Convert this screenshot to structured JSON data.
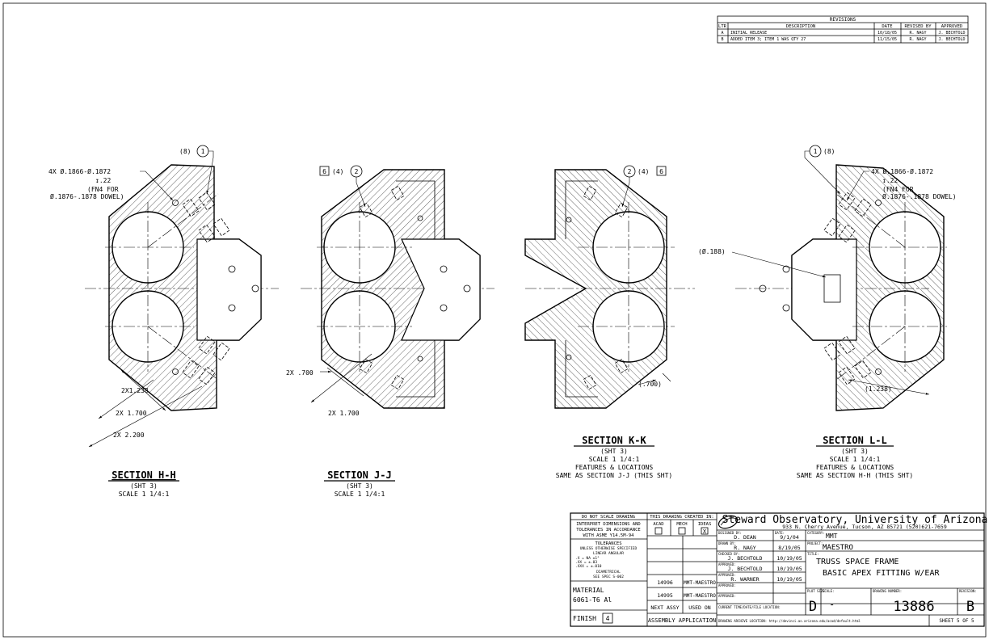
{
  "revisions": {
    "title": "REVISIONS",
    "headers": [
      "LTR",
      "DESCRIPTION",
      "DATE",
      "REVISED BY",
      "APPROVED"
    ],
    "rows": [
      [
        "A",
        "INITIAL RELEASE",
        "10/18/05",
        "R. NAGY",
        "J. BECHTOLD"
      ],
      [
        "B",
        "ADDED ITEM 3; ITEM 1 WAS QTY 27",
        "11/15/05",
        "R. NAGY",
        "J. BECHTOLD"
      ]
    ]
  },
  "views": {
    "hh": {
      "callout": "(8)",
      "balloon": "1",
      "hole_note": [
        "4X Ø.1866-Ø.1872",
        "↧.22",
        "(FN4 FOR",
        "Ø.1876-.1878 DOWEL)"
      ],
      "dims": [
        "2X1.238",
        "2X 1.700",
        "2X 2.200"
      ],
      "title": "SECTION H-H",
      "notes": [
        "(SHT 3)",
        "SCALE 1 1/4:1"
      ]
    },
    "jj": {
      "flag": "6",
      "callout": "(4)",
      "balloon": "2",
      "dims": [
        "2X .700",
        "2X 1.700"
      ],
      "title": "SECTION J-J",
      "notes": [
        "(SHT 3)",
        "SCALE 1 1/4:1"
      ]
    },
    "kk": {
      "balloon": "2",
      "callout": "(4)",
      "flag": "6",
      "dims": [
        "(.700)"
      ],
      "title": "SECTION K-K",
      "notes": [
        "(SHT 3)",
        "SCALE 1 1/4:1",
        "FEATURES & LOCATIONS",
        "SAME AS SECTION J-J (THIS SHT)"
      ]
    },
    "ll": {
      "balloon": "1",
      "callout": "(8)",
      "hole_note": [
        "4X Ø.1866-Ø.1872",
        "↧.22",
        "(FN4 FOR",
        "Ø.1876-.1878 DOWEL)"
      ],
      "dims": [
        "(Ø.188)",
        "(1.238)"
      ],
      "title": "SECTION L-L",
      "notes": [
        "(SHT 3)",
        "SCALE 1 1/4:1",
        "FEATURES & LOCATIONS",
        "SAME AS SECTION H-H (THIS SHT)"
      ]
    }
  },
  "title_block": {
    "do_not_scale": "DO NOT SCALE DRAWING",
    "interpret": [
      "INTERPRET DIMENSIONS AND",
      "TOLERANCES IN ACCORDANCE",
      "WITH ASME Y14.5M-94"
    ],
    "tolerances": [
      "TOLERANCES",
      "UNLESS OTHERWISE SPECIFIED",
      "LINEAR          ANGULAR",
      ".X   = NA           ±1°",
      ".XX  = ±.03",
      ".XXX = ±.010",
      "DIAMETRICAL",
      "SEE SPEC S-002"
    ],
    "material_label": "MATERIAL",
    "material": "6061-T6 Al",
    "finish_label": "FINISH",
    "finish_flag": "4",
    "created_in": "THIS DRAWING CREATED IN:",
    "cad": [
      "ACAD",
      "MECH",
      "IDEAS"
    ],
    "cad_checked": "X",
    "next_assy": [
      [
        "14996",
        "MMT-MAESTRO"
      ],
      [
        "14995",
        "MMT-MAESTRO"
      ]
    ],
    "next_assy_label": "NEXT ASSY",
    "used_on_label": "USED ON",
    "assembly_application": "ASSEMBLY APPLICATION",
    "org": "Steward Observatory, University of Arizona",
    "address": "933 N. Cherry Avenue, Tucson, AZ  85721   (520)621-7659",
    "designed_by_label": "DESIGNED BY:",
    "designed_by": "D. DEAN",
    "date_label": "DATE:",
    "designed_date": "9/1/04",
    "drawn_by_label": "DRAWN BY:",
    "drawn_by": "R. NAGY",
    "drawn_date": "8/19/05",
    "checked_by_label": "CHECKED BY:",
    "checked_by": "J. BECHTOLD",
    "checked_date": "10/19/05",
    "approved_label": "APPROVED:",
    "approved_1": "J. BECHTOLD",
    "approved_1_date": "10/19/05",
    "approved_2": "R. WARNER",
    "approved_2_date": "10/19/05",
    "category_label": "CATEGORY:",
    "category": "MMT",
    "project_label": "PROJECT:",
    "project": "MAESTRO",
    "title_label": "TITLE:",
    "title_lines": [
      "TRUSS SPACE FRAME",
      "BASIC APEX FITTING W/EAR"
    ],
    "plot_size_label": "PLOT SIZE",
    "plot_size": "D",
    "scale_label": "SCALE:",
    "scale": "-",
    "drawing_number_label": "DRAWING NUMBER:",
    "drawing_number": "13886",
    "revision_label": "REVISION:",
    "revision": "B",
    "current_time_label": "CURRENT TIME/DATE/FILE LOCATION:",
    "archive_label": "DRAWING ARCHIVE LOCATION: http://devinci.as.arizona.edu/acad/default.html",
    "sheet": "SHEET 5 OF 5"
  }
}
